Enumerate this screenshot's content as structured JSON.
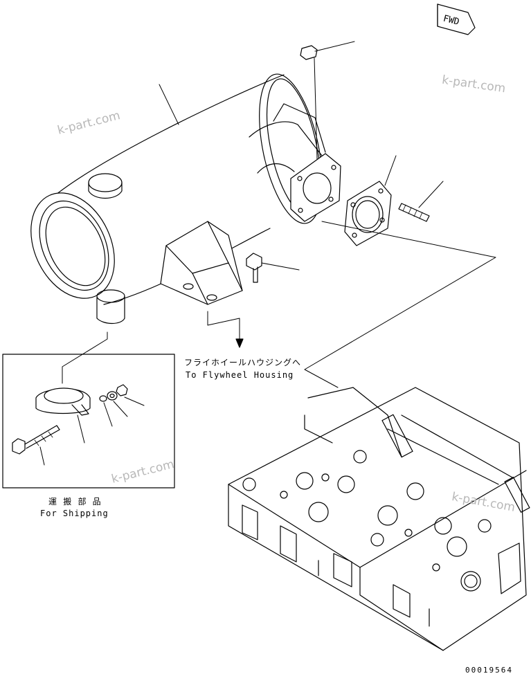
{
  "fwd_label": "FWD",
  "flywheel_label_jp": "フライホイールハウジングへ",
  "flywheel_label_en": "To Flywheel Housing",
  "shipping_label_jp": "運 搬 部 品",
  "shipping_label_en": "For Shipping",
  "drawing_number": "00019564",
  "watermarks": [
    "k-part.com",
    "k-part.com",
    "k-part.com",
    "k-part.com"
  ]
}
